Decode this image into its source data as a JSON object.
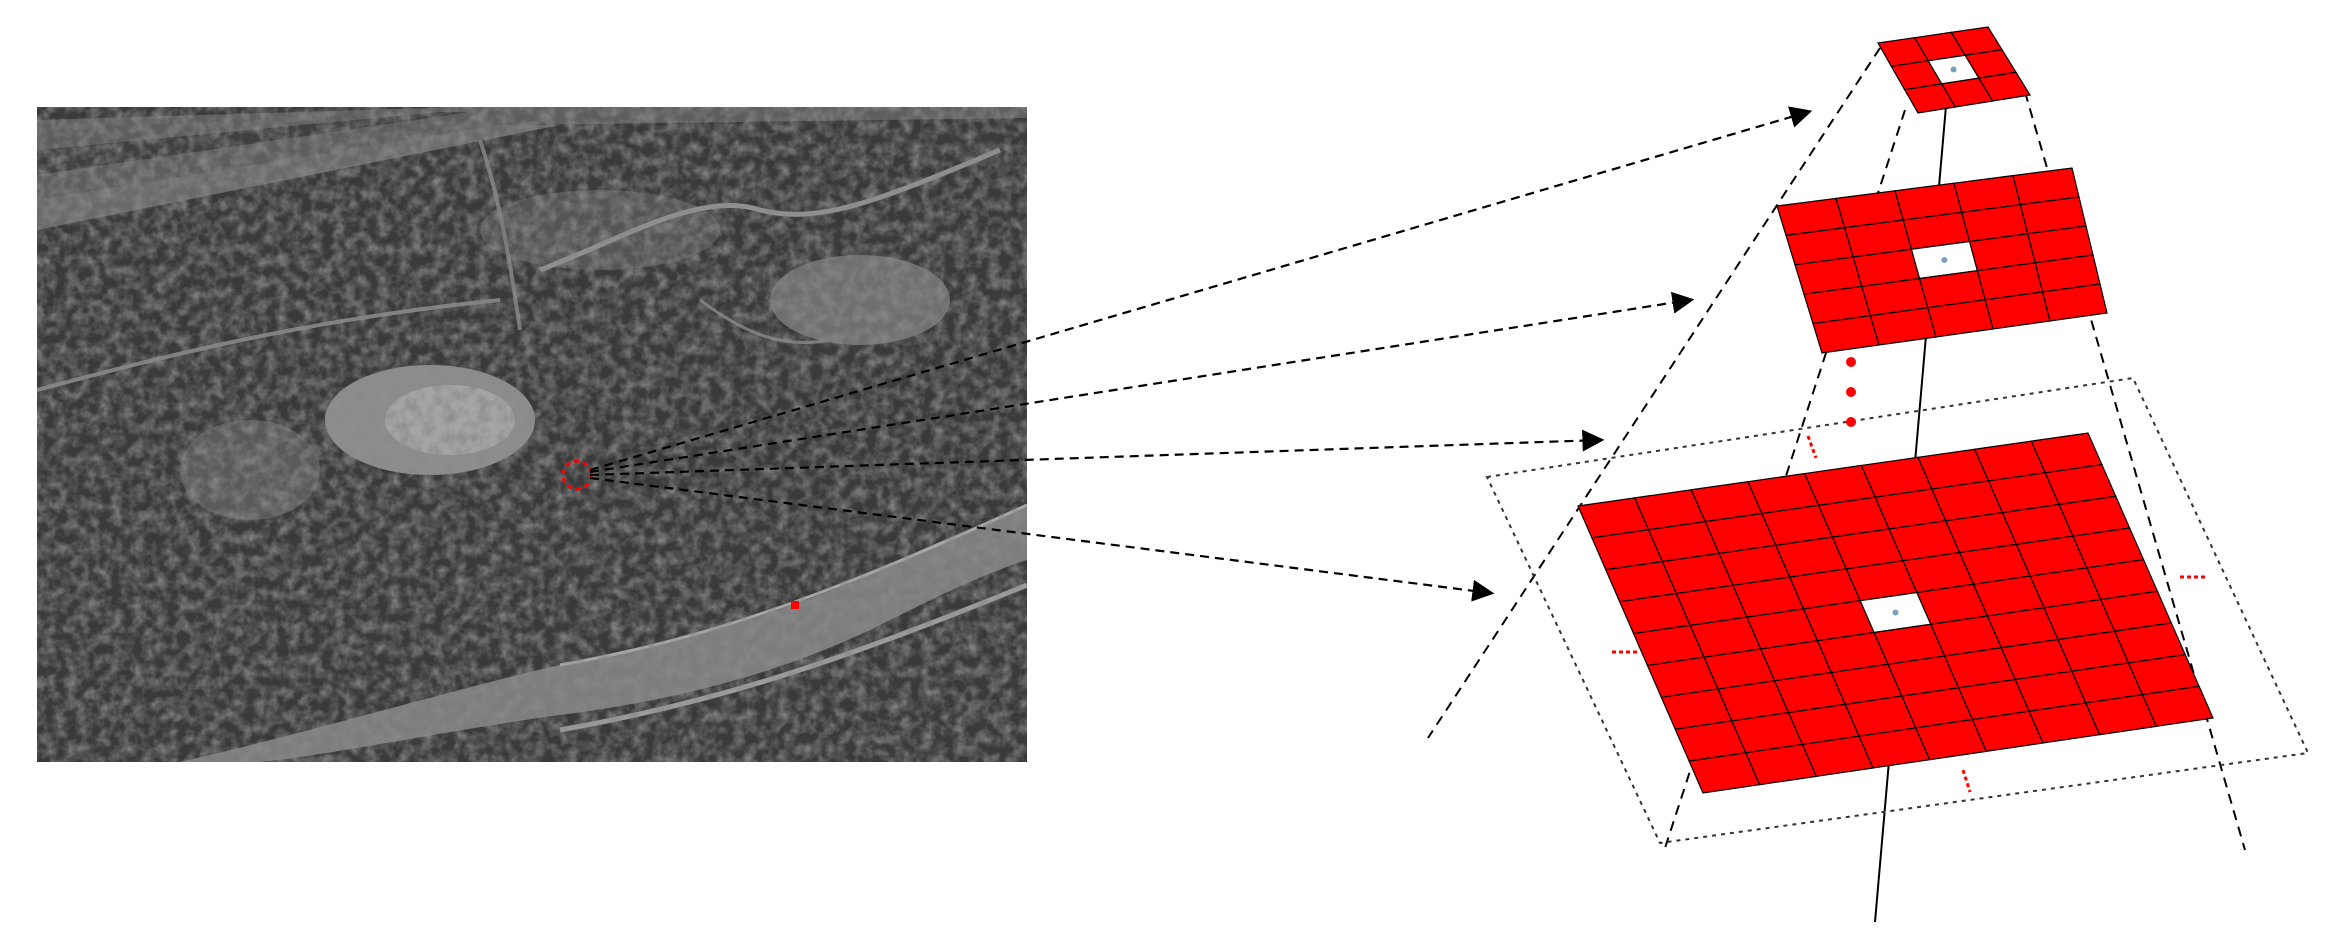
{
  "figure": {
    "description_visible_text": ""
  },
  "colors": {
    "background": "#ffffff",
    "grid_fill": "#ff0000",
    "grid_line": "#000000",
    "target_marker": "#ff0000",
    "dashed_line": "#000000",
    "photo_dark": "#2b2b2b",
    "photo_mid": "#555555",
    "photo_light": "#8a8a8a",
    "river": "#7f7f7f"
  },
  "diagram": {
    "photo": {
      "kind": "grayscale-aerial-image",
      "content": "forest-river-road"
    },
    "pyramid_levels": [
      {
        "level": 1,
        "grid_size": 3,
        "center_window": "white-hole"
      },
      {
        "level": 2,
        "grid_size": 5,
        "center_window": "white-hole"
      },
      {
        "level": 3,
        "grid_size": 9,
        "center_window": "white-hole"
      }
    ],
    "ellipsis": {
      "kind": "vertical-dots",
      "count": 3
    },
    "arrows": {
      "count": 4,
      "style": "dashed",
      "origin": "target-marker"
    }
  }
}
